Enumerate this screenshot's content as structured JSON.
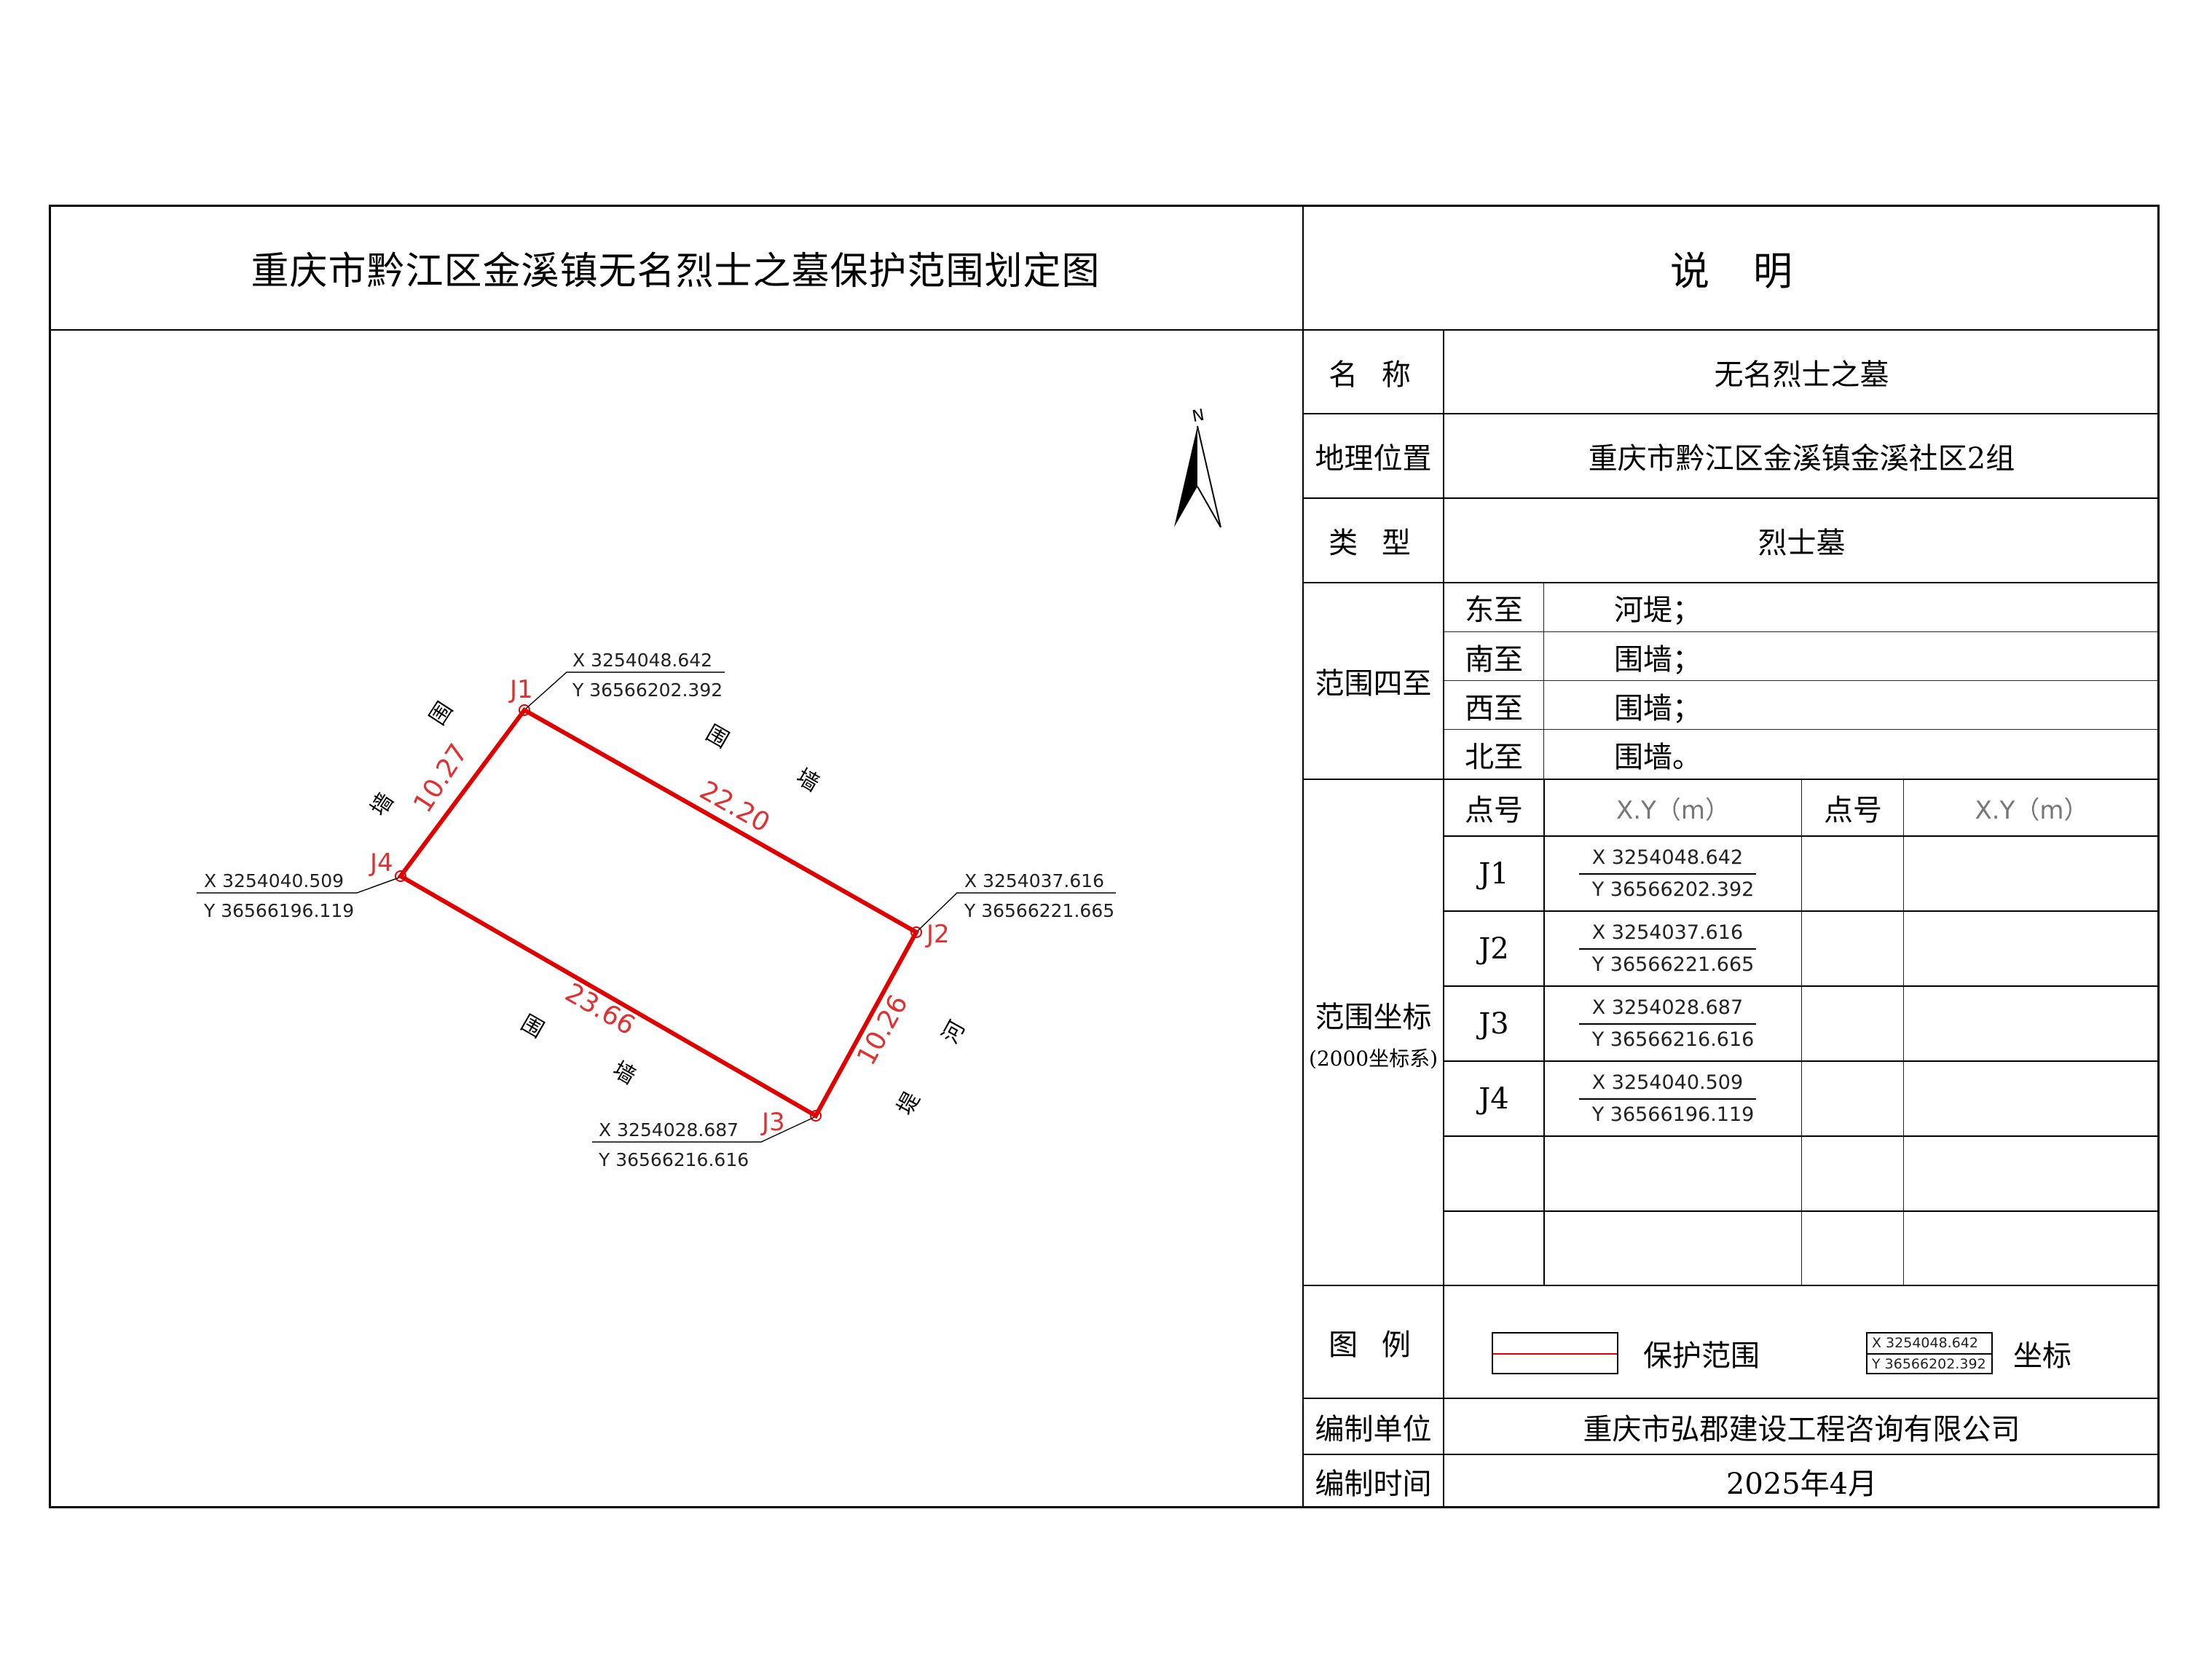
{
  "title": "重庆市黔江区金溪镇无名烈士之墓保护范围划定图",
  "panel_title": "说明",
  "info": {
    "name_label": "名 称",
    "name_value": "无名烈士之墓",
    "location_label": "地理位置",
    "location_value": "重庆市黔江区金溪镇金溪社区2组",
    "type_label": "类 型",
    "type_value": "烈士墓",
    "boundary_label": "范围四至",
    "boundaries": [
      {
        "dir": "东至",
        "value": "河堤；"
      },
      {
        "dir": "南至",
        "value": "围墙；"
      },
      {
        "dir": "西至",
        "value": "围墙；"
      },
      {
        "dir": "北至",
        "value": "围墙。"
      }
    ],
    "coords_label": "范围坐标",
    "coords_sublabel": "(2000坐标系)",
    "coords_headers": [
      "点号",
      "X.Y（m）",
      "点号",
      "X.Y（m）"
    ],
    "points": [
      {
        "id": "J1",
        "x": "X  3254048.642",
        "y": "Y  36566202.392"
      },
      {
        "id": "J2",
        "x": "X  3254037.616",
        "y": "Y  36566221.665"
      },
      {
        "id": "J3",
        "x": "X  3254028.687",
        "y": "Y  36566216.616"
      },
      {
        "id": "J4",
        "x": "X  3254040.509",
        "y": "Y  36566196.119"
      }
    ],
    "legend_label": "图 例",
    "legend_line_text": "保护范围",
    "legend_coord_x": "X  3254048.642",
    "legend_coord_y": "Y  36566202.392",
    "legend_coord_text": "坐标",
    "unit_label": "编制单位",
    "unit_value": "重庆市弘郡建设工程咨询有限公司",
    "time_label": "编制时间",
    "time_value": "2025年4月"
  },
  "map": {
    "north_label": "N",
    "boundary_color": "#e00000",
    "vertices": [
      {
        "id": "J1",
        "x_label": "X  3254048.642",
        "y_label": "Y  36566202.392"
      },
      {
        "id": "J2",
        "x_label": "X  3254037.616",
        "y_label": "Y  36566221.665"
      },
      {
        "id": "J3",
        "x_label": "X  3254028.687",
        "y_label": "Y  36566216.616"
      },
      {
        "id": "J4",
        "x_label": "X  3254040.509",
        "y_label": "Y  36566196.119"
      }
    ],
    "edges": [
      {
        "from": "J1",
        "to": "J2",
        "length": "22.20"
      },
      {
        "from": "J2",
        "to": "J3",
        "length": "10.26"
      },
      {
        "from": "J3",
        "to": "J4",
        "length": "23.66"
      },
      {
        "from": "J4",
        "to": "J1",
        "length": "10.27"
      }
    ],
    "neighbors": {
      "north_1": "围",
      "north_2": "墙",
      "west_1": "围",
      "west_2": "墙",
      "south_1": "围",
      "south_2": "墙",
      "east_1": "河",
      "east_2": "堤"
    }
  }
}
